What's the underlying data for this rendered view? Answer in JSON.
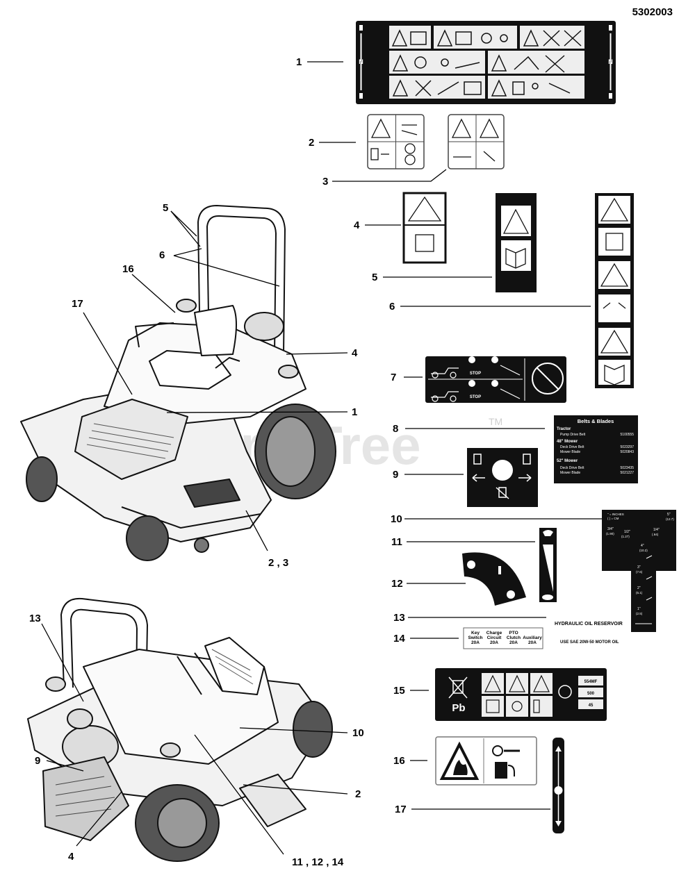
{
  "part_number": "5302003",
  "watermark": "PartsTree",
  "trademark": "TM",
  "callouts": {
    "c1": "1",
    "c2": "2",
    "c3": "3",
    "c4": "4",
    "c5": "5",
    "c6": "6",
    "c7": "7",
    "c8": "8",
    "c9": "9",
    "c10": "10",
    "c11": "11",
    "c12": "12",
    "c13": "13",
    "c14": "14",
    "c15": "15",
    "c16": "16",
    "c17": "17",
    "m_5": "5",
    "m_6": "6",
    "m_16": "16",
    "m_17": "17",
    "m_4": "4",
    "m_1": "1",
    "m_23": "2 , 3",
    "b_13": "13",
    "b_9": "9",
    "b_10": "10",
    "b_2": "2",
    "b_4": "4",
    "b_111214": "11 , 12 , 14"
  },
  "decal_8": {
    "title": "Belts & Blades",
    "tractor": "Tractor",
    "pump_belt": "Pump Drive Belt",
    "pump_belt_pn": "5100555",
    "mower48": "48\" Mower",
    "deck_belt_48": "Deck Drive Belt",
    "deck_belt_48_pn": "5023297",
    "blade_48": "Mower Blade",
    "blade_48_pn": "5020843",
    "mower52": "52\" Mower",
    "deck_belt_52": "Deck Drive Belt",
    "deck_belt_52_pn": "5023435",
    "blade_52": "Mower Blade",
    "blade_52_pn": "5021227"
  },
  "decal_10": {
    "header": "\" = INCHES",
    "header2": "( ) = CM",
    "v5": "5\"",
    "v5cm": "(12.7)",
    "v34": "3/4\"",
    "v34cm": "(1.90)",
    "v12": "1/2\"",
    "v12cm": "(1.27)",
    "v14": "1/4\"",
    "v14cm": "(.64)",
    "v4": "4\"",
    "v4cm": "(10.2)",
    "v3": "3\"",
    "v3cm": "(7.6)",
    "v2": "2\"",
    "v2cm": "(5.1)",
    "v1": "1\"",
    "v1cm": "(2.5)"
  },
  "decal_13": {
    "line1": "HYDRAULIC OIL RESERVOIR",
    "line2": "USE SAE 20W-50 MOTOR OIL"
  },
  "decal_14": {
    "key1": "Key",
    "key2": "Switch",
    "key3": "20A",
    "chg1": "Charge",
    "chg2": "Circuit",
    "chg3": "20A",
    "pto1": "PTO",
    "pto2": "Clutch",
    "pto3": "20A",
    "aux1": "Auxiliary",
    "aux2": "20A"
  },
  "decal_15": {
    "pb": "Pb",
    "spec1": "554MF",
    "spec2": "500",
    "spec3": "45"
  },
  "decal_1": {
    "n_left": "N",
    "n_right": "N"
  },
  "decal_7": {
    "stop1": "STOP",
    "stop2": "STOP"
  }
}
